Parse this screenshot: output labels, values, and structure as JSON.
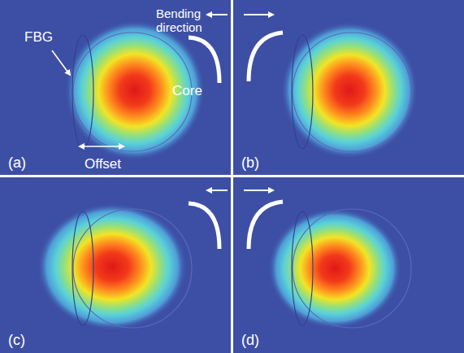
{
  "diagram": {
    "labels": [
      "Bending direction",
      "FBG",
      "Core",
      "Offset",
      "(a)",
      "(b)",
      "(c)",
      "(d)"
    ]
  }
}
